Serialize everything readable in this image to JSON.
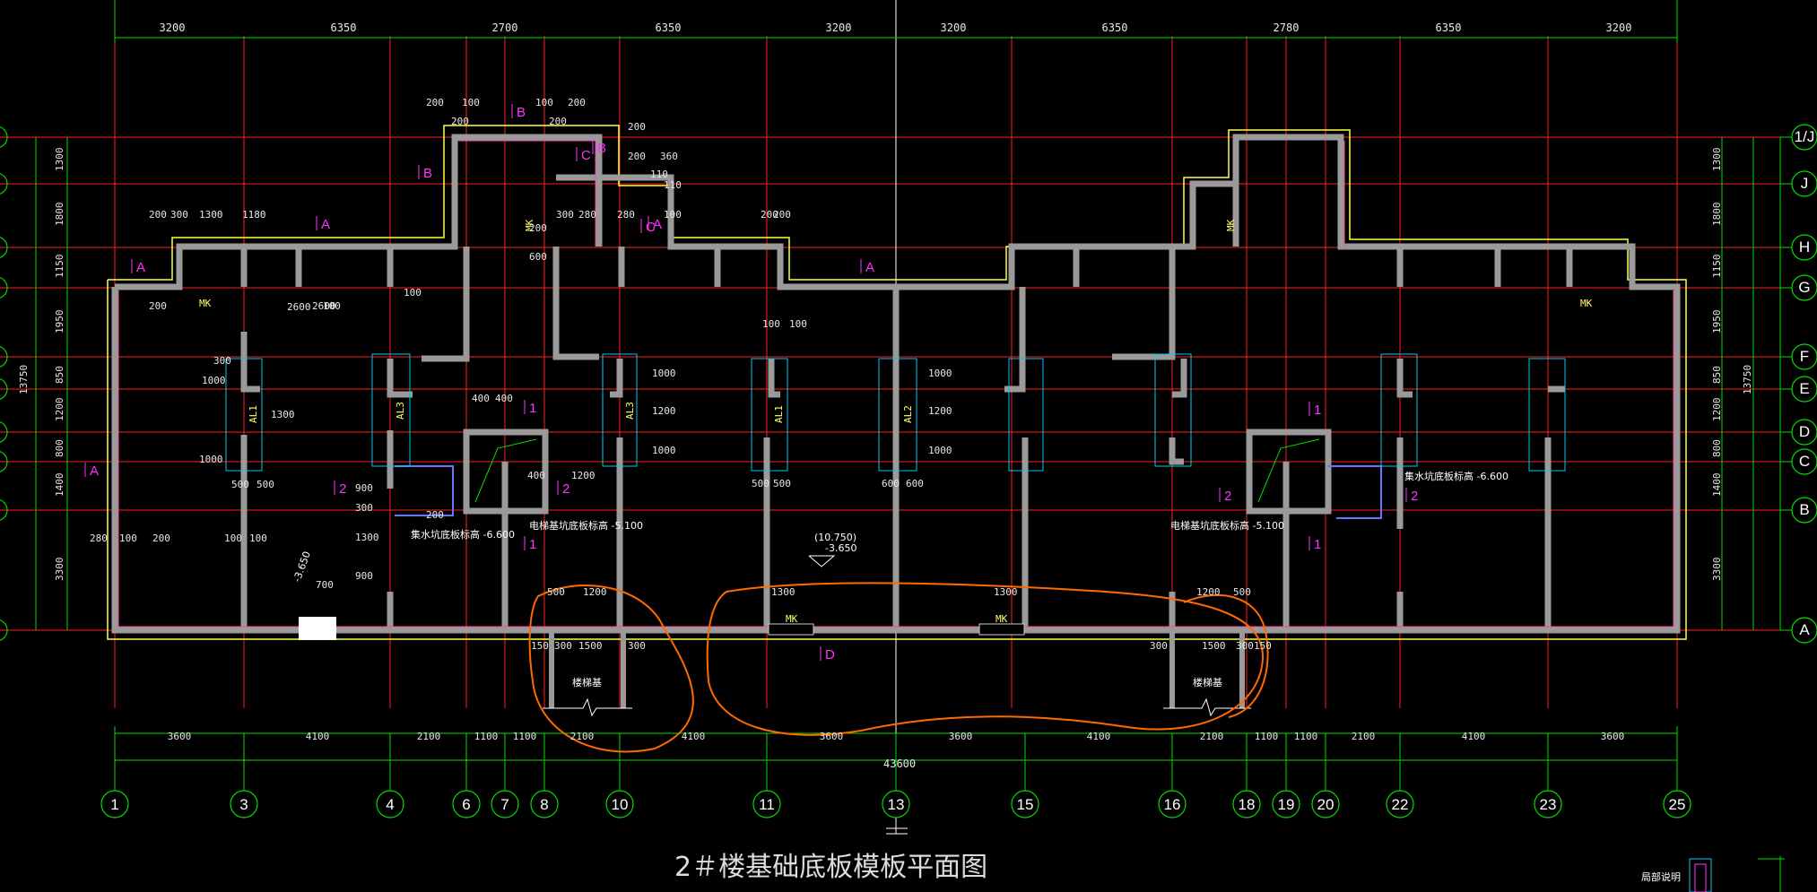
{
  "drawing": {
    "title": "2＃楼基础底板模板平面图",
    "colors": {
      "background": "#000000",
      "grid": "#ff2020",
      "dimension": "#00dd00",
      "wall_fill": "#9a9a9a",
      "outline": "#ffff44",
      "annotation": "#ff33ff",
      "markup": "#ff6a00",
      "detail": "#00ccee"
    },
    "top_dims": [
      "3200",
      "6350",
      "2700",
      "6350",
      "3200",
      "3200",
      "6350",
      "2780",
      "6350",
      "3200"
    ],
    "bottom_dims": [
      "3600",
      "4100",
      "2100",
      "1100",
      "1100",
      "2100",
      "4100",
      "3600",
      "3600",
      "4100",
      "2100",
      "1100",
      "1100",
      "2100",
      "4100",
      "3600"
    ],
    "bottom_total": "43600",
    "right_dims": [
      "1300",
      "1800",
      "1150",
      "1950",
      "850",
      "1200",
      "800",
      "1400",
      "3300"
    ],
    "right_total": "13750",
    "left_total": "13750",
    "column_axes": [
      "1",
      "3",
      "4",
      "6",
      "7",
      "8",
      "10",
      "11",
      "13",
      "15",
      "16",
      "18",
      "19",
      "20",
      "22",
      "23",
      "25"
    ],
    "row_axes": [
      "1/J",
      "J",
      "H",
      "G",
      "F",
      "E",
      "D",
      "C",
      "B",
      "A"
    ],
    "section_marks": [
      "A",
      "A",
      "A",
      "A",
      "A",
      "B",
      "B",
      "B",
      "C",
      "C",
      "D",
      "1",
      "1",
      "1",
      "1",
      "2",
      "2",
      "2",
      "2"
    ],
    "labels": {
      "mk": "MK",
      "al1": "AL1",
      "al2": "AL2",
      "al3": "AL3",
      "elev_1": "集水坑底板标高 -6.600",
      "elev_2": "电梯基坑底板标高 -5.100",
      "elev_3": "电梯基坑底板标高 -5.100",
      "elev_4": "集水坑底板标高 -6.600",
      "elev_center_a": "(10.750)",
      "elev_center_b": "-3.650",
      "elev_left": "-3.650",
      "stair_1": "楼梯基",
      "stair_2": "楼梯基",
      "small_dims": [
        "200",
        "100",
        "100",
        "200",
        "200",
        "200",
        "200",
        "300",
        "1300",
        "1180",
        "300",
        "280",
        "280",
        "100",
        "200",
        "200",
        "2600",
        "100",
        "100",
        "300",
        "1000",
        "1300",
        "1000",
        "400",
        "400",
        "400",
        "1200",
        "500",
        "500",
        "100",
        "100",
        "280",
        "100",
        "200",
        "900",
        "300",
        "1300",
        "900",
        "700",
        "200",
        "500",
        "1200",
        "150",
        "300",
        "1500",
        "300",
        "1300",
        "1300",
        "1200",
        "500",
        "300",
        "1500",
        "300",
        "150",
        "100",
        "100",
        "1000",
        "1200",
        "1000",
        "1000",
        "1200",
        "1000",
        "600",
        "600",
        "500",
        "500",
        "200",
        "2600",
        "200",
        "600",
        "360",
        "200",
        "200",
        "110",
        "110"
      ],
      "corner_note": "局部说明"
    }
  }
}
